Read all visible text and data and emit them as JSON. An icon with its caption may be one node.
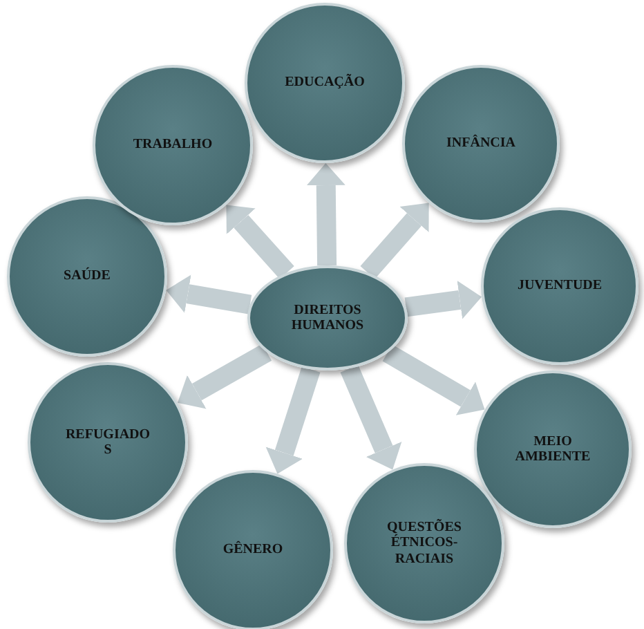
{
  "diagram": {
    "nodes": [
      {
        "text": [
          "DIREITOS HUMANOS"
        ]
      },
      {
        "text": [
          "EDUCAÇÃO"
        ]
      },
      {
        "text": [
          "INFÂNCIA"
        ]
      },
      {
        "text": [
          "JUVENTUDE"
        ]
      },
      {
        "text": [
          "MEIO AMBIENTE"
        ]
      },
      {
        "text": [
          "QUESTÕES ÉTNICOS-RACIAIS"
        ]
      },
      {
        "text": [
          "GÊNERO"
        ]
      },
      {
        "text": [
          "REFUGIADOS"
        ]
      },
      {
        "text": [
          "SAÚDE"
        ]
      },
      {
        "text": [
          "TRABALHO"
        ]
      }
    ],
    "edges": [
      {
        "from": 0,
        "to": 1,
        "arrow": "to"
      },
      {
        "from": 0,
        "to": 2,
        "arrow": "to"
      },
      {
        "from": 0,
        "to": 3,
        "arrow": "to"
      },
      {
        "from": 0,
        "to": 4,
        "arrow": "to"
      },
      {
        "from": 0,
        "to": 5,
        "arrow": "to"
      },
      {
        "from": 0,
        "to": 6,
        "arrow": "to"
      },
      {
        "from": 0,
        "to": 7,
        "arrow": "to"
      },
      {
        "from": 0,
        "to": 8,
        "arrow": "to"
      },
      {
        "from": 0,
        "to": 9,
        "arrow": "to"
      }
    ]
  }
}
